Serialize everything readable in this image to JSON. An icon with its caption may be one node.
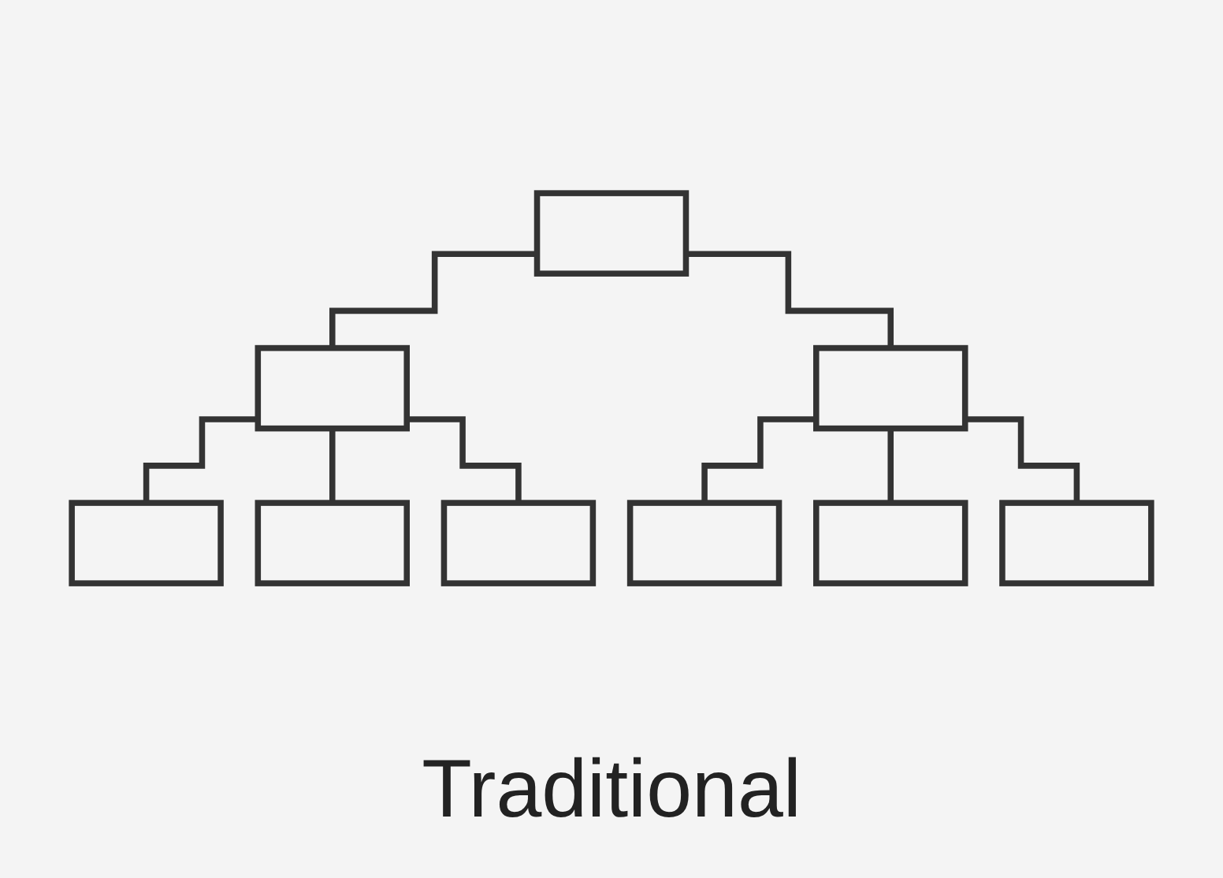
{
  "diagram": {
    "caption": "Traditional",
    "nodes": [
      {
        "text": [],
        "shape": "box"
      },
      {
        "text": [],
        "shape": "box"
      },
      {
        "text": [],
        "shape": "box"
      },
      {
        "text": [],
        "shape": "box"
      },
      {
        "text": [],
        "shape": "box"
      },
      {
        "text": [],
        "shape": "box"
      },
      {
        "text": [],
        "shape": "box"
      },
      {
        "text": [],
        "shape": "box"
      },
      {
        "text": [],
        "shape": "box"
      }
    ],
    "edges": [
      {
        "from": 0,
        "to": 1,
        "arrow": "none"
      },
      {
        "from": 0,
        "to": 2,
        "arrow": "none"
      },
      {
        "from": 1,
        "to": 3,
        "arrow": "none"
      },
      {
        "from": 1,
        "to": 4,
        "arrow": "none"
      },
      {
        "from": 1,
        "to": 5,
        "arrow": "none"
      },
      {
        "from": 2,
        "to": 6,
        "arrow": "none"
      },
      {
        "from": 2,
        "to": 7,
        "arrow": "none"
      },
      {
        "from": 2,
        "to": 8,
        "arrow": "none"
      }
    ]
  }
}
